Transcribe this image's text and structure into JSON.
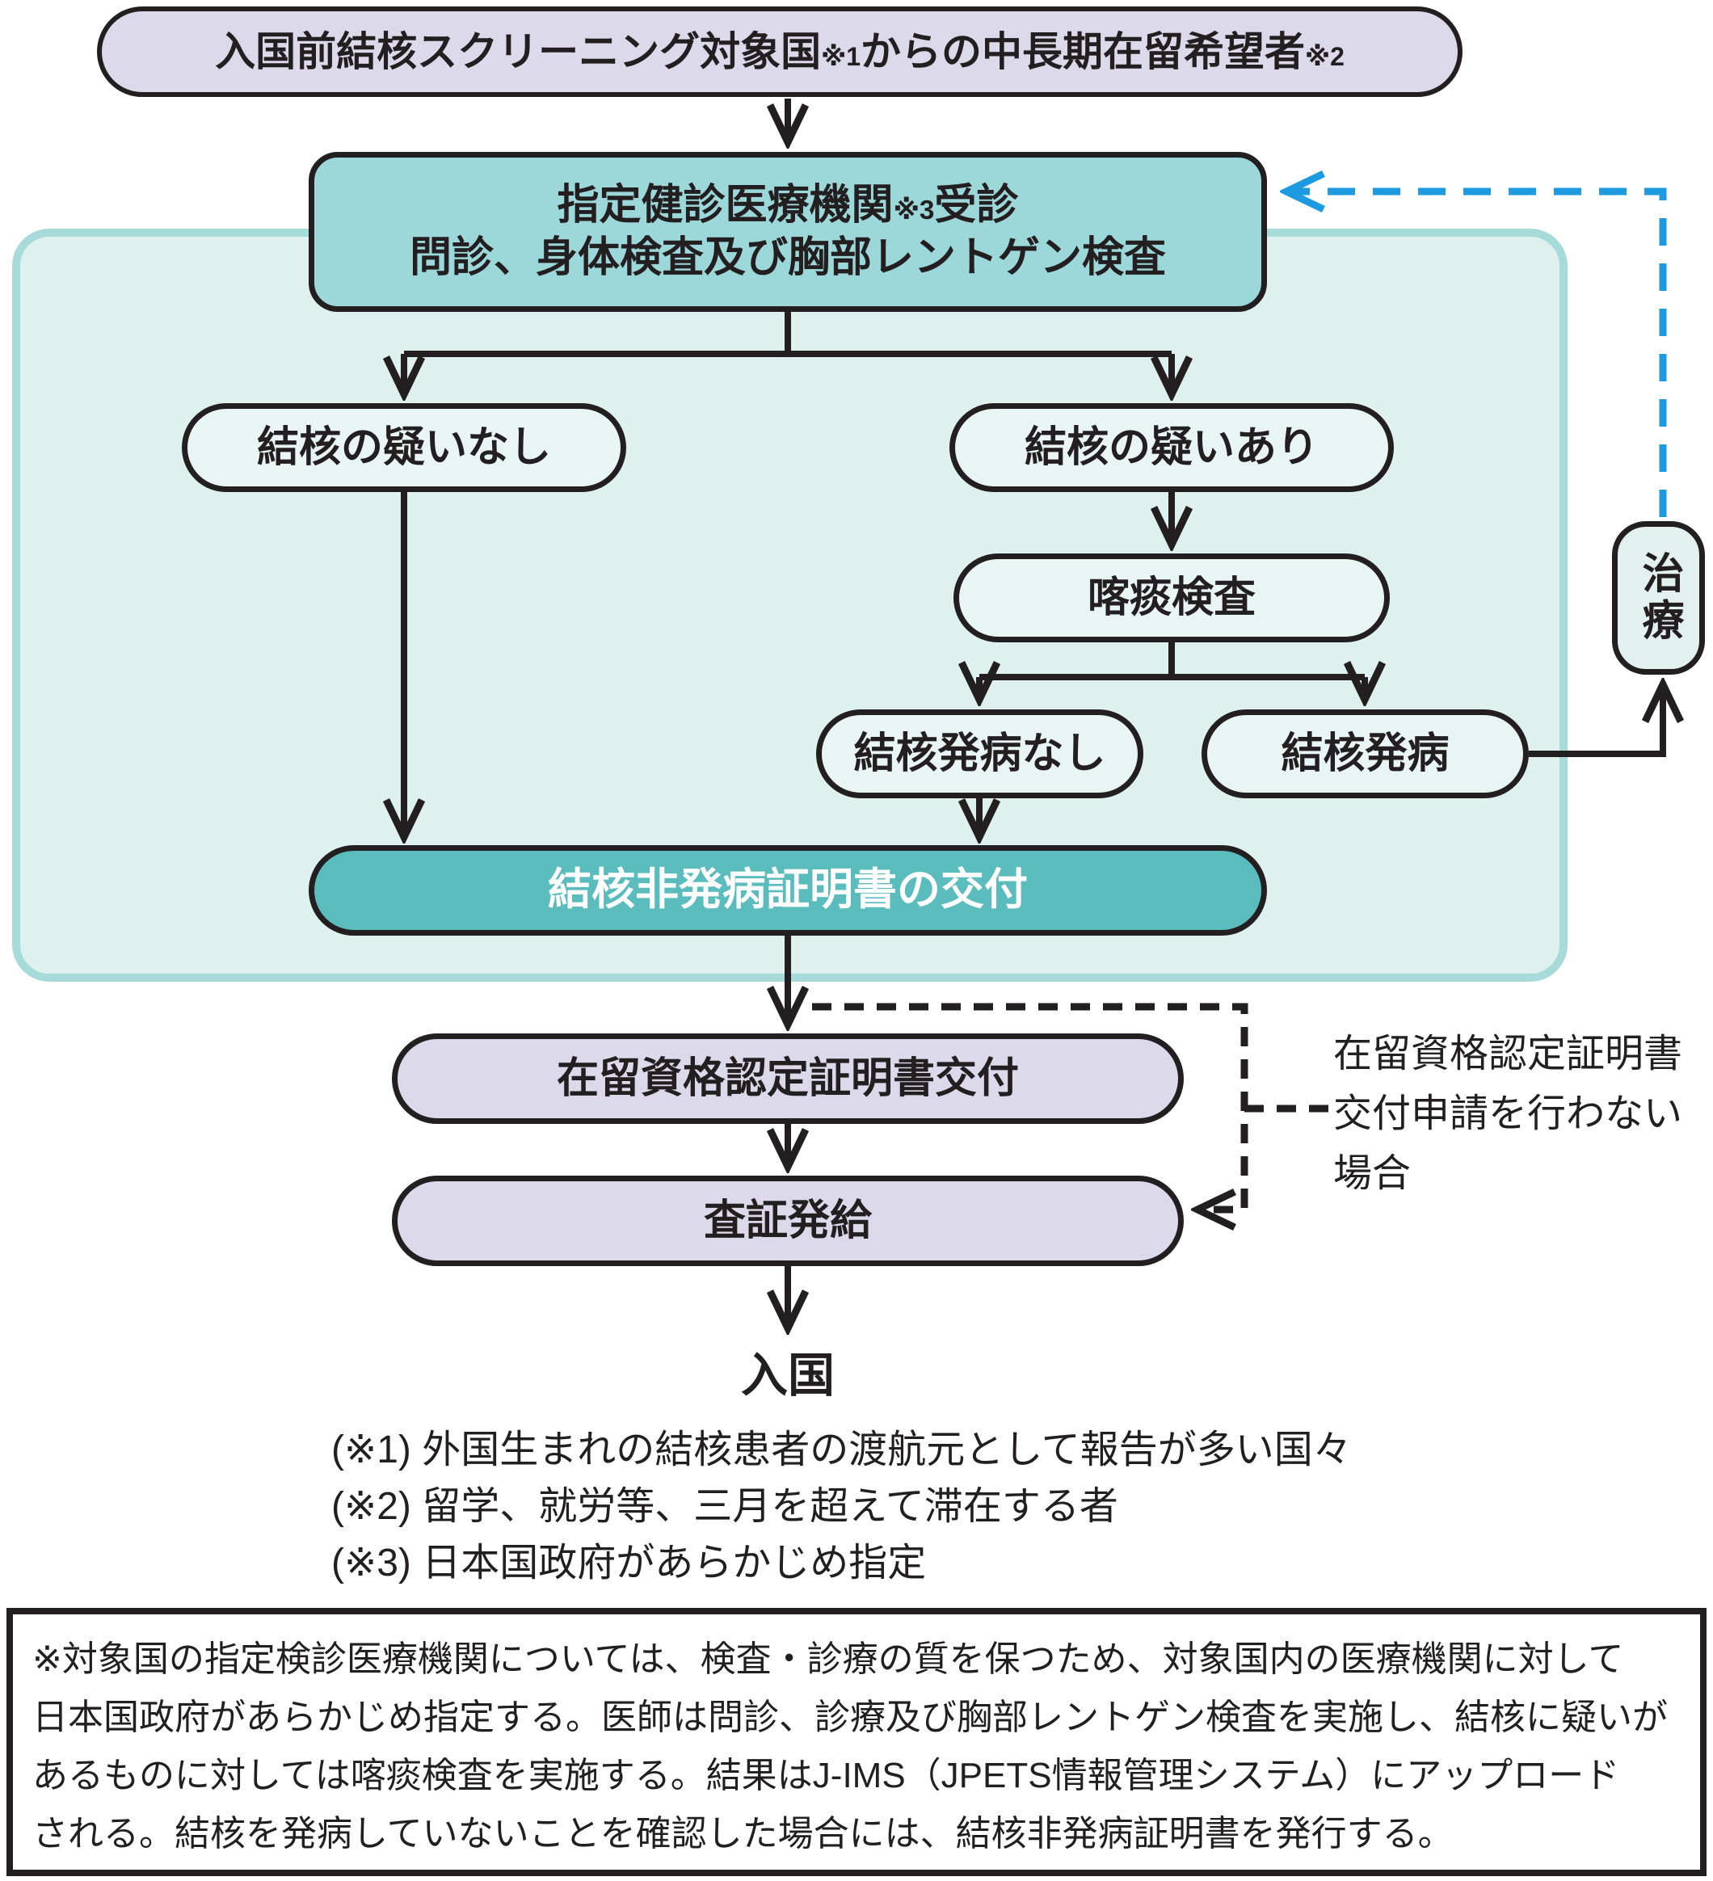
{
  "diagram": {
    "title_flow": "pre-entry tuberculosis screening flowchart",
    "nodes": {
      "applicant": {
        "main1": "入国前結核スクリーニング対象国",
        "ref1": "※1",
        "main2": "からの中長期在留希望者",
        "ref2": "※2"
      },
      "clinic": {
        "line1_main": "指定健診医療機関",
        "line1_ref": "※3",
        "line1_tail": "受診",
        "line2": "問診、身体検査及び胸部レントゲン検査"
      },
      "no_suspicion": "結核の疑いなし",
      "suspicion": "結核の疑いあり",
      "sputum": "喀痰検査",
      "no_disease": "結核発病なし",
      "disease": "結核発病",
      "certificate": "結核非発病証明書の交付",
      "treatment": "治療",
      "coe": "在留資格認定証明書交付",
      "visa": "査証発給",
      "entry": "入国"
    },
    "side_note": {
      "lines": [
        "在留資格認定証明書",
        "交付申請を行わない",
        "場合"
      ]
    },
    "footnotes": [
      "(※1) 外国生まれの結核患者の渡航元として報告が多い国々",
      "(※2) 留学、就労等、三月を超えて滞在する者",
      "(※3) 日本国政府があらかじめ指定"
    ],
    "bottom_note_lines": [
      "※対象国の指定検診医療機関については、検査・診療の質を保つため、対象国内の医療機関に対して",
      "日本国政府があらかじめ指定する。医師は問診、診療及び胸部レントゲン検査を実施し、結核に疑いが",
      "あるものに対しては喀痰検査を実施する。結果はJ-IMS（JPETS情報管理システム）にアップロード",
      "される。結核を発病していないことを確認した場合には、結核非発病証明書を発行する。"
    ],
    "colors": {
      "lavender_fill": "#dcd9ea",
      "clinic_teal_fill": "#9cd7d9",
      "certificate_teal_fill": "#5abcbd",
      "container_fill": "#def1ef",
      "container_border": "#a6dbd9",
      "light_node_fill": "#e9f5f3",
      "line_black": "#231f20",
      "dashed_blue": "#1d9ae0",
      "certificate_text": "#ffffff"
    }
  }
}
